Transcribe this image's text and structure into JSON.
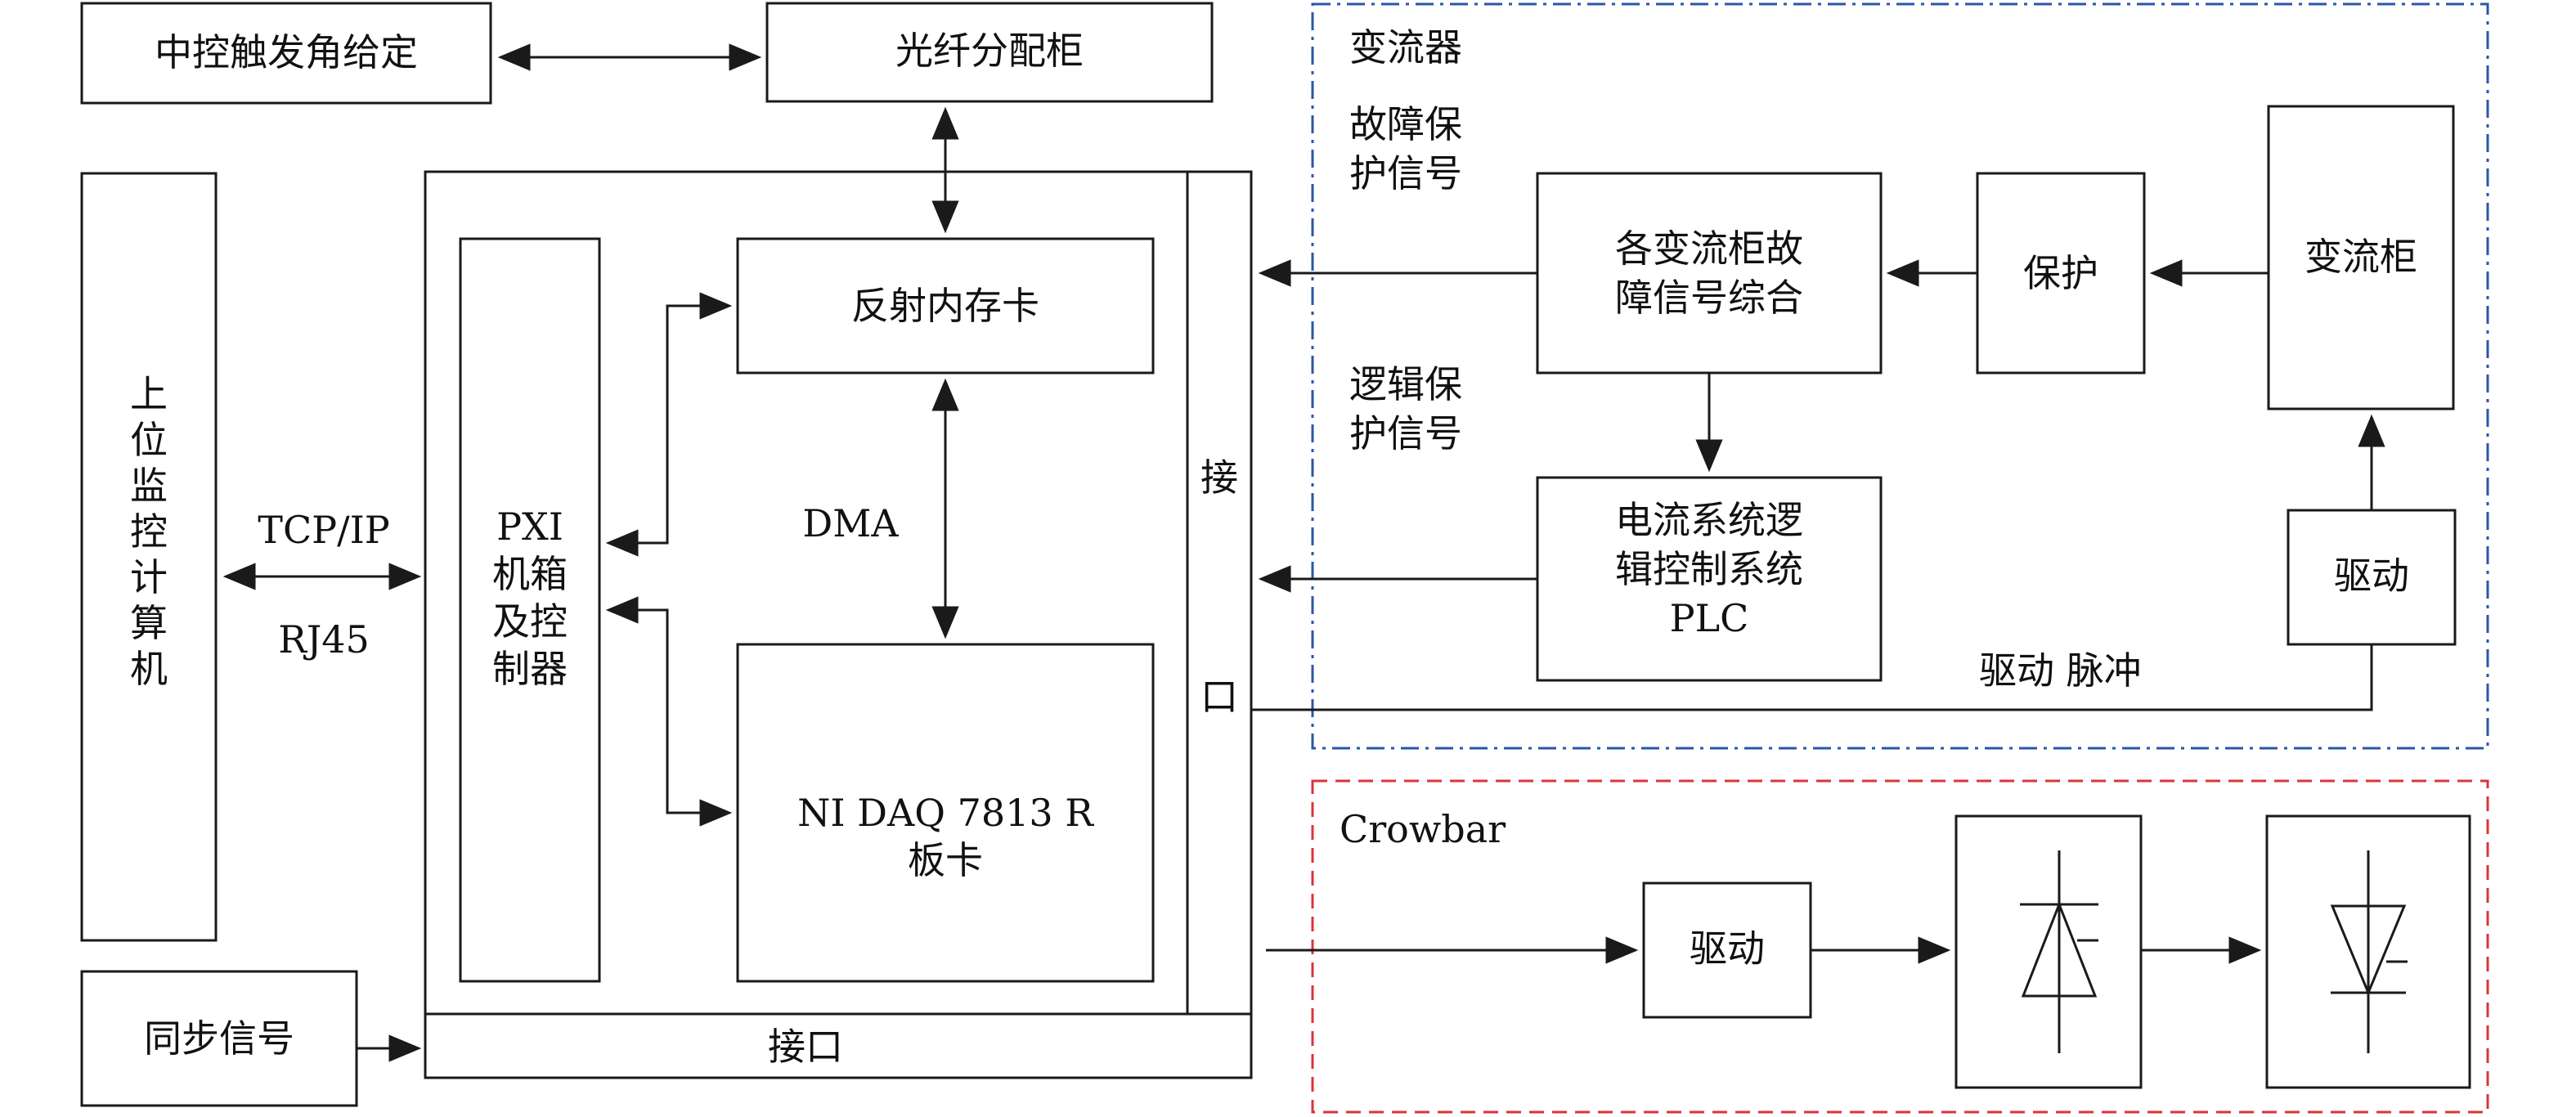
{
  "blocks": {
    "central_trigger": "中控触发角给定",
    "fiber_cabinet": "光纤分配柜",
    "host_computer": [
      "上",
      "位",
      "监",
      "控",
      "计",
      "算",
      "机"
    ],
    "pxi_chassis": [
      "PXI",
      "机箱",
      "及控",
      "制器"
    ],
    "reflective_memory": "反射内存卡",
    "daq_card": [
      "NI DAQ 7813 R",
      "板卡"
    ],
    "sync_signal": "同步信号",
    "interface_bottom": "接口",
    "interface_side": [
      "接",
      "口"
    ],
    "fault_summary": [
      "各变流柜故",
      "障信号综合"
    ],
    "protection": "保护",
    "converter_cabinet": "变流柜",
    "plc": [
      "电流系统逻",
      "辑控制系统",
      "PLC"
    ],
    "drive_top": "驱动",
    "drive_crowbar": "驱动"
  },
  "labels": {
    "converter_group": "变流器",
    "fault_protection_signal": [
      "故障保",
      "护信号"
    ],
    "logic_protection_signal": [
      "逻辑保",
      "护信号"
    ],
    "tcp_ip": "TCP/IP",
    "rj45": "RJ45",
    "dma": "DMA",
    "drive_pulse": "驱动 脉冲",
    "crowbar_group": "Crowbar"
  },
  "colors": {
    "line": "#1a1a1a",
    "converter_border": "#2a56a8",
    "crowbar_border": "#d9343b"
  }
}
